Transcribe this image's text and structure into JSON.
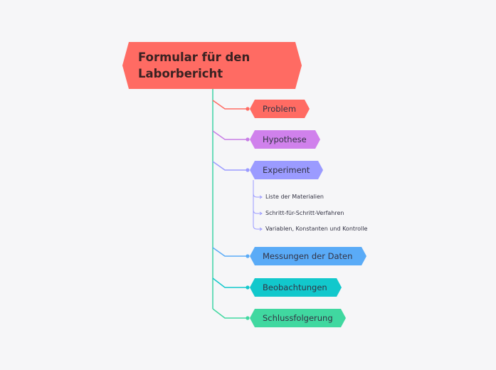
{
  "root": {
    "line1": "Formular für den",
    "line2": "Laborbericht",
    "color": "#ff6b63"
  },
  "branches": [
    {
      "label": "Problem",
      "color": "#ff6b63",
      "line_color": "#ff6b63"
    },
    {
      "label": "Hypothese",
      "color": "#d081ec",
      "line_color": "#c77de6"
    },
    {
      "label": "Experiment",
      "color": "#9b9bff",
      "line_color": "#9b9bff",
      "children": [
        "Liste der Materialien",
        "Schritt-für-Schritt-Verfahren",
        "Variablen, Konstanten und Kontrolle"
      ]
    },
    {
      "label": "Messungen der Daten",
      "color": "#5aabf7",
      "line_color": "#5aabf7"
    },
    {
      "label": "Beobachtungen",
      "color": "#12c8cc",
      "line_color": "#12c8cc"
    },
    {
      "label": "Schlussfolgerung",
      "color": "#40d8a0",
      "line_color": "#40d8a0"
    }
  ],
  "trunk_color": "#3fd3a6"
}
